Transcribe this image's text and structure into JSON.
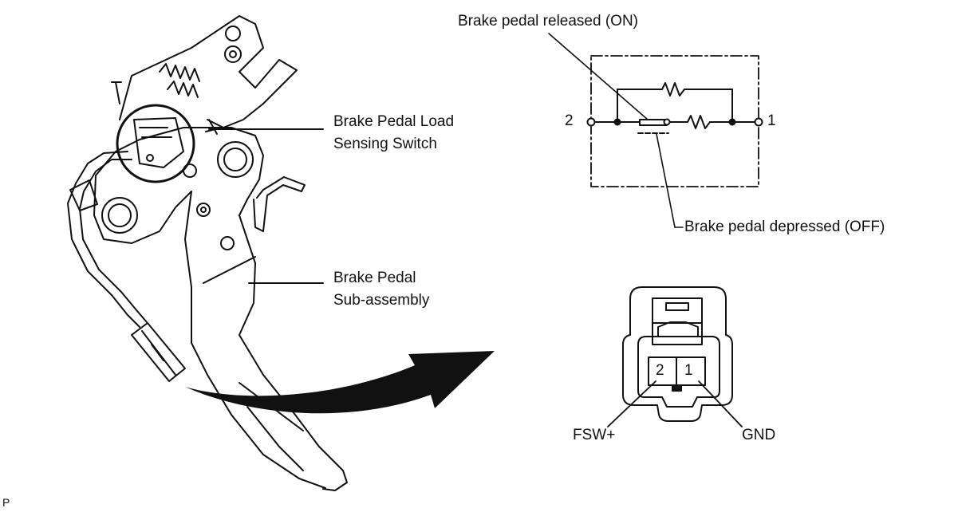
{
  "labels": {
    "load_switch_line1": "Brake Pedal Load",
    "load_switch_line2": "Sensing Switch",
    "sub_assembly_line1": "Brake Pedal",
    "sub_assembly_line2": "Sub-assembly",
    "released": "Brake pedal released (ON)",
    "depressed": "Brake pedal depressed (OFF)",
    "terminal_2": "2",
    "terminal_1": "1",
    "connector_pin_2": "2",
    "connector_pin_1": "1",
    "fsw": "FSW+",
    "gnd": "GND",
    "corner_mark": "P"
  }
}
